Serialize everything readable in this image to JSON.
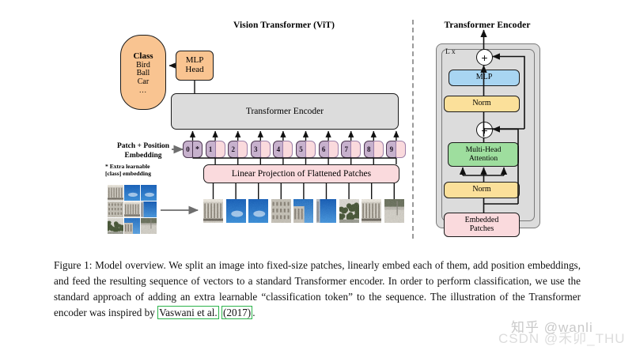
{
  "figure": {
    "left_panel_title": "Vision Transformer (ViT)",
    "right_panel_title": "Transformer Encoder"
  },
  "left_panel": {
    "class_box": {
      "header": "Class",
      "items": [
        "Bird",
        "Ball",
        "Car"
      ],
      "ellipsis": "...",
      "color": "#f9c491"
    },
    "mlp_head": {
      "line1": "MLP",
      "line2": "Head",
      "color": "#f9c491"
    },
    "transformer_encoder_block": {
      "label": "Transformer Encoder",
      "color": "#dcdcdc"
    },
    "linear_projection": {
      "label": "Linear Projection of Flattened Patches",
      "color": "#fadadd"
    },
    "patch_position_label": {
      "line1": "Patch + Position",
      "line2": "Embedding"
    },
    "extra_learnable_note": {
      "line1": "* Extra learnable",
      "line2": "[class] embedding"
    },
    "tokens": [
      {
        "number": "0",
        "payload": "*",
        "is_class_token": true
      },
      {
        "number": "1",
        "payload": "",
        "is_class_token": false
      },
      {
        "number": "2",
        "payload": "",
        "is_class_token": false
      },
      {
        "number": "3",
        "payload": "",
        "is_class_token": false
      },
      {
        "number": "4",
        "payload": "",
        "is_class_token": false
      },
      {
        "number": "5",
        "payload": "",
        "is_class_token": false
      },
      {
        "number": "6",
        "payload": "",
        "is_class_token": false
      },
      {
        "number": "7",
        "payload": "",
        "is_class_token": false
      },
      {
        "number": "8",
        "payload": "",
        "is_class_token": false
      },
      {
        "number": "9",
        "payload": "",
        "is_class_token": false
      }
    ],
    "token_colors": {
      "number_fill": "#c7b1cd",
      "payload_fill": "#fadadd"
    },
    "input_image_grid": {
      "rows": 3,
      "cols": 3,
      "description": "source image split into 9 patches"
    },
    "patch_sequence_count": 9
  },
  "right_panel": {
    "repeat_label": "L x",
    "blocks": [
      {
        "label": "MLP",
        "color": "#a8d5f2"
      },
      {
        "label": "Norm",
        "color": "#fbe09a"
      },
      {
        "label": "Multi-Head Attention",
        "line1": "Multi-Head",
        "line2": "Attention",
        "color": "#9ede9e"
      },
      {
        "label": "Norm",
        "color": "#fbe09a"
      },
      {
        "label": "Embedded Patches",
        "line1": "Embedded",
        "line2": "Patches",
        "color": "#fadadd"
      }
    ],
    "residual_adders": [
      "+",
      "+"
    ]
  },
  "caption": {
    "part1": "Figure 1: Model overview. We split an image into fixed-size patches, linearly embed each of them, add position embeddings, and feed the resulting sequence of vectors to a standard Transformer encoder. In order to perform classification, we use the standard approach of adding an extra learnable “classification token” to the sequence. The illustration of the Transformer encoder was inspired by ",
    "cite_author": "Vaswani et al.",
    "cite_year": "(2017)",
    "part2": "."
  },
  "watermarks": {
    "top": "知乎 @wanli",
    "bottom": "CSDN @禾卯_THU"
  }
}
